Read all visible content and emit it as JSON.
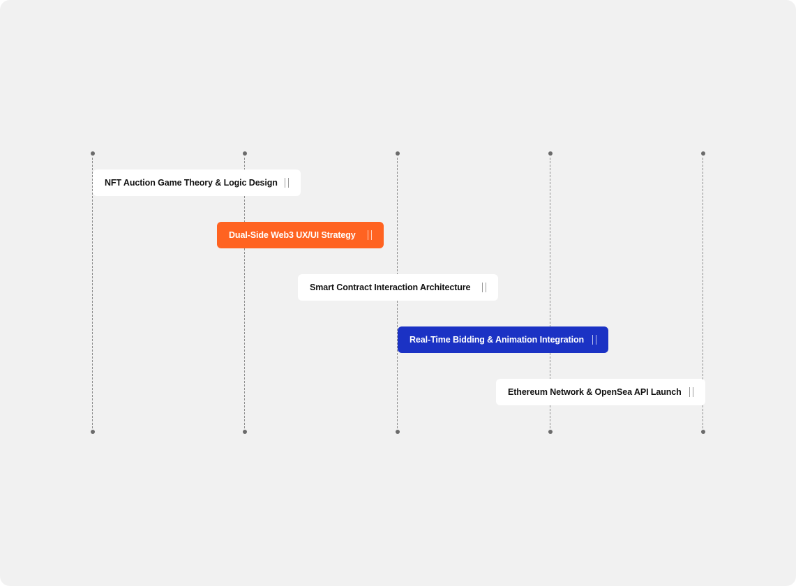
{
  "colors": {
    "background": "#f1f1f1",
    "card_white": "#ffffff",
    "accent_orange": "#ff6321",
    "accent_blue": "#1b32c4",
    "gridline": "#8e8e8e"
  },
  "tasks": [
    {
      "label": "NFT Auction Game Theory & Logic Design",
      "style": "white",
      "handle_icon": "drag-handle-icon"
    },
    {
      "label": "Dual-Side Web3 UX/UI Strategy",
      "style": "orange",
      "handle_icon": "drag-handle-icon"
    },
    {
      "label": "Smart Contract Interaction Architecture",
      "style": "white",
      "handle_icon": "drag-handle-icon"
    },
    {
      "label": "Real-Time Bidding & Animation Integration",
      "style": "blue",
      "handle_icon": "drag-handle-icon"
    },
    {
      "label": "Ethereum Network & OpenSea API Launch",
      "style": "white",
      "handle_icon": "drag-handle-icon"
    }
  ]
}
